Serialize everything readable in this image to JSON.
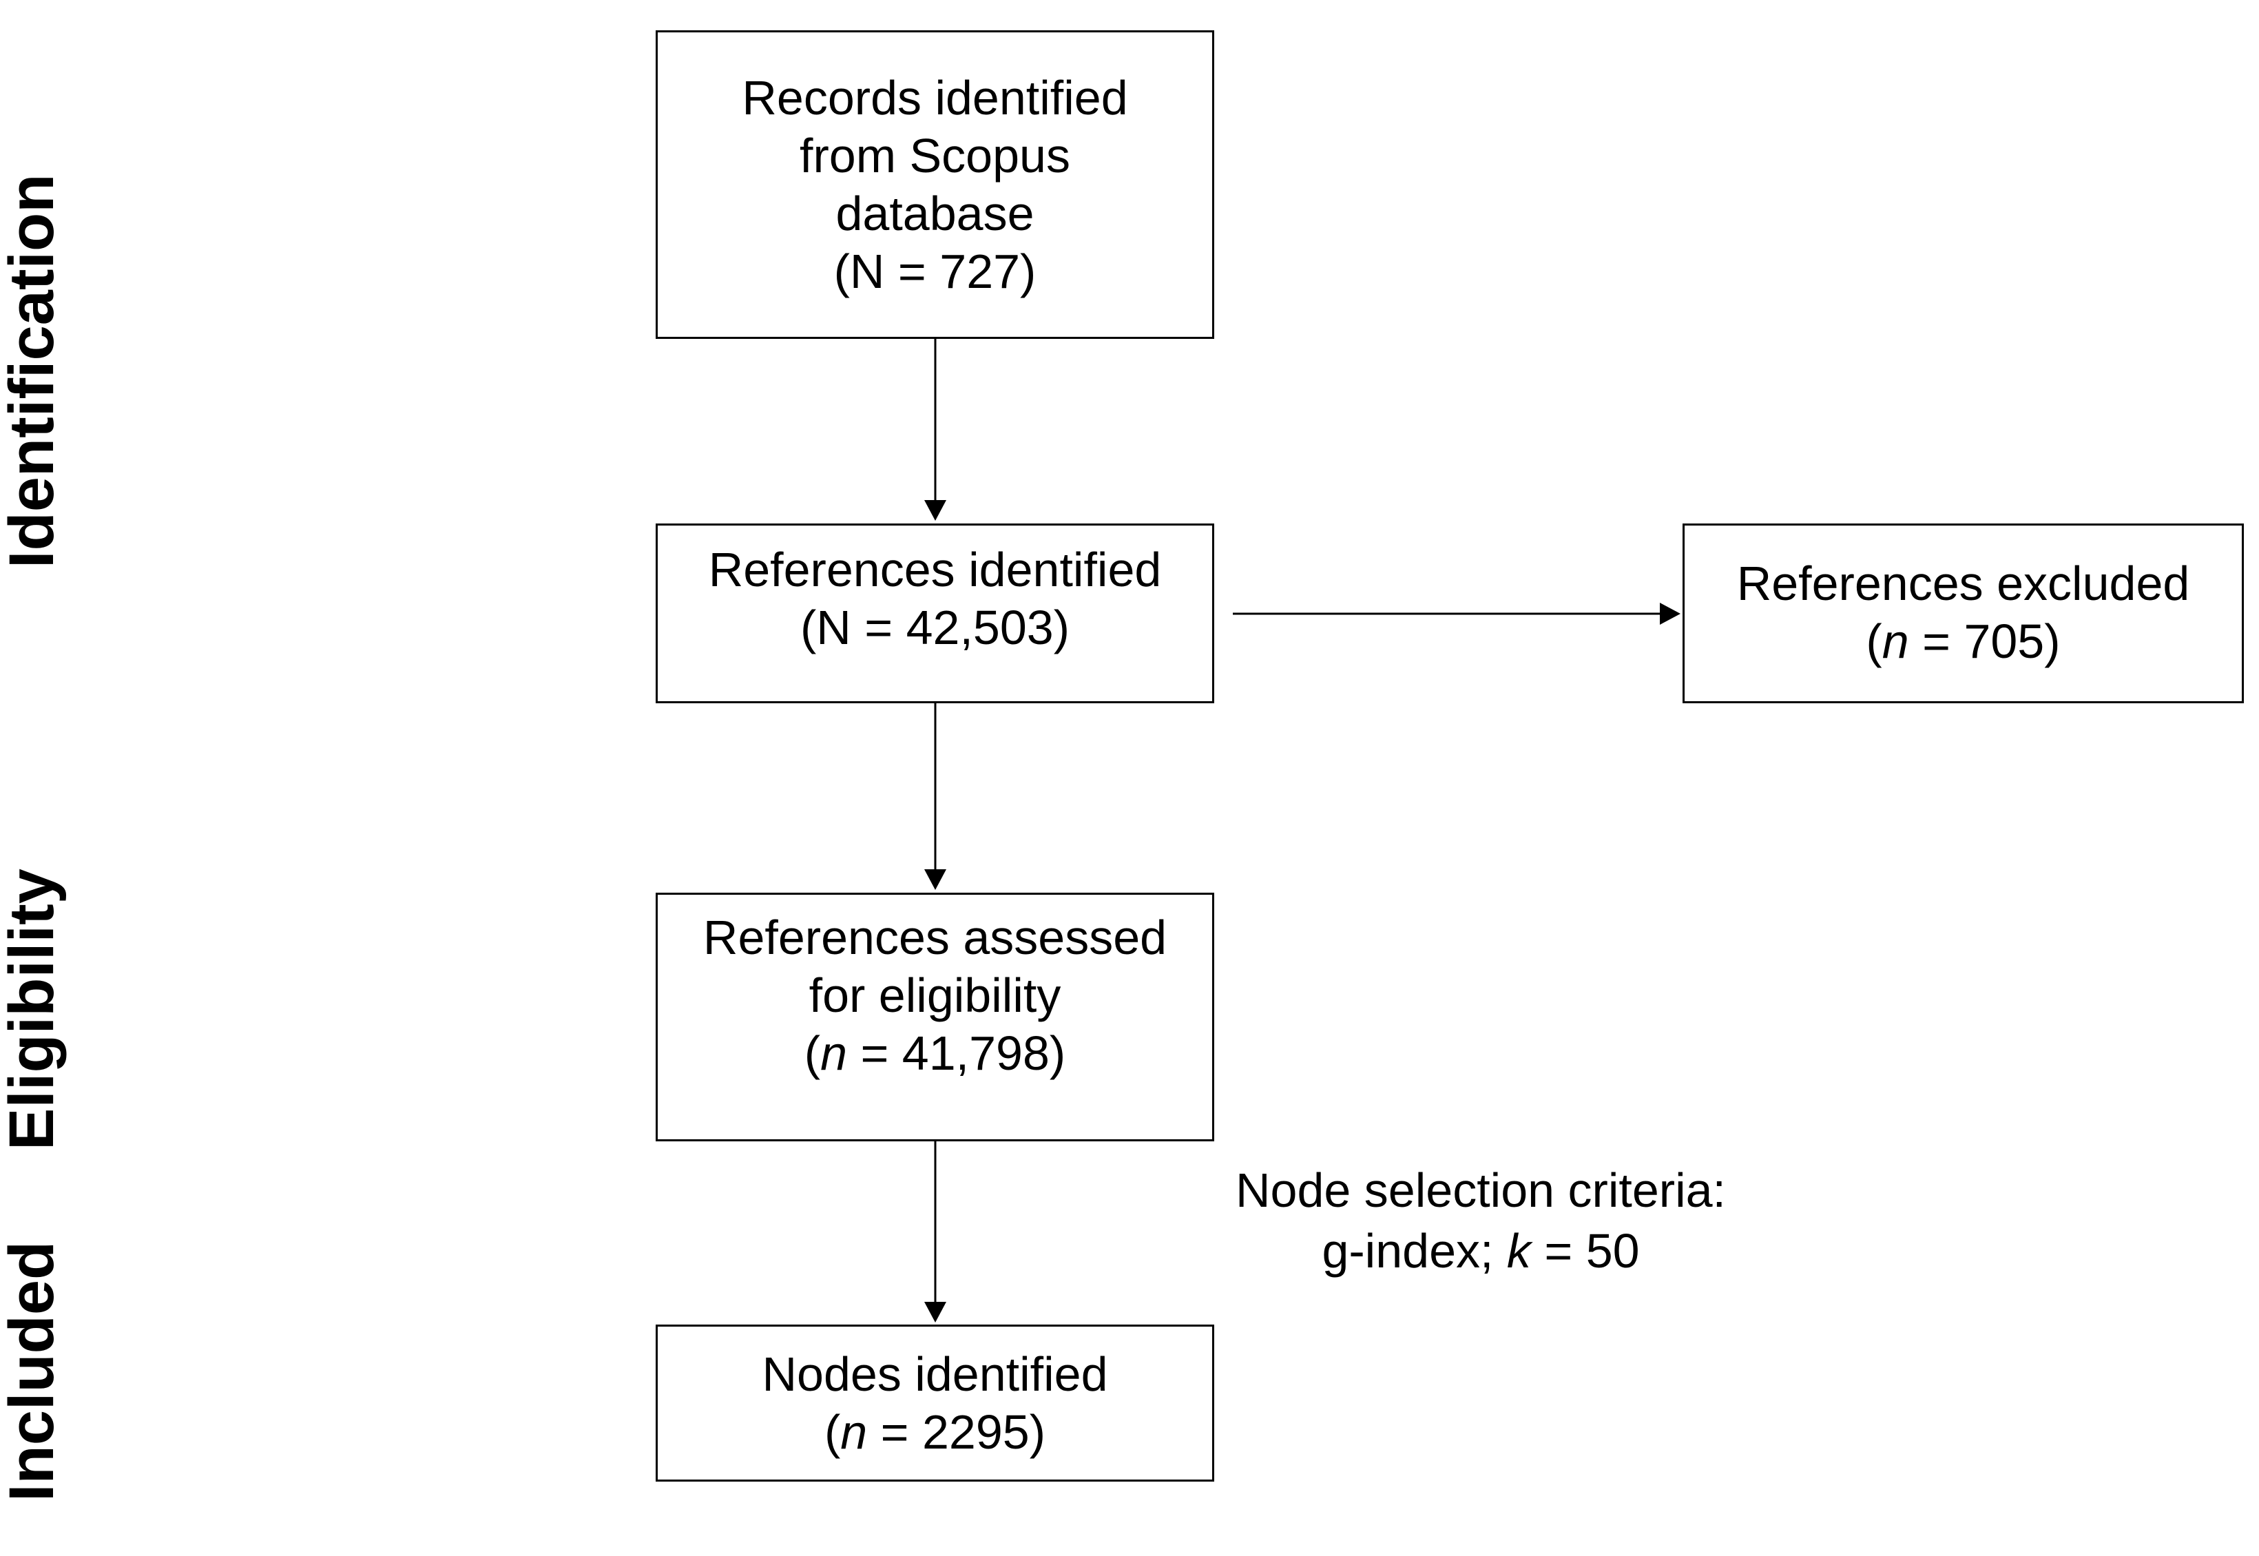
{
  "stages": {
    "identification": "Identification",
    "eligibility": "Eligibility",
    "included": "Included"
  },
  "boxes": {
    "records": {
      "line1": "Records identified",
      "line2": "from Scopus",
      "line3": "database",
      "line4": "(N = 727)"
    },
    "references_identified": {
      "line1": "References identified",
      "line2": "(N = 42,503)"
    },
    "references_excluded": {
      "line1": "References excluded",
      "line2_pre": "(",
      "line2_var": "n",
      "line2_post": " = 705)"
    },
    "references_assessed": {
      "line1": "References assessed",
      "line2": "for eligibility",
      "line3_pre": "(",
      "line3_var": "n",
      "line3_post": " = 41,798)"
    },
    "nodes": {
      "line1": "Nodes identified",
      "line2_pre": "(",
      "line2_var": "n",
      "line2_post": " = 2295)"
    }
  },
  "criteria": {
    "line1": "Node selection criteria:",
    "line2_pre": "g-index; ",
    "line2_var": "k",
    "line2_post": " = 50"
  }
}
